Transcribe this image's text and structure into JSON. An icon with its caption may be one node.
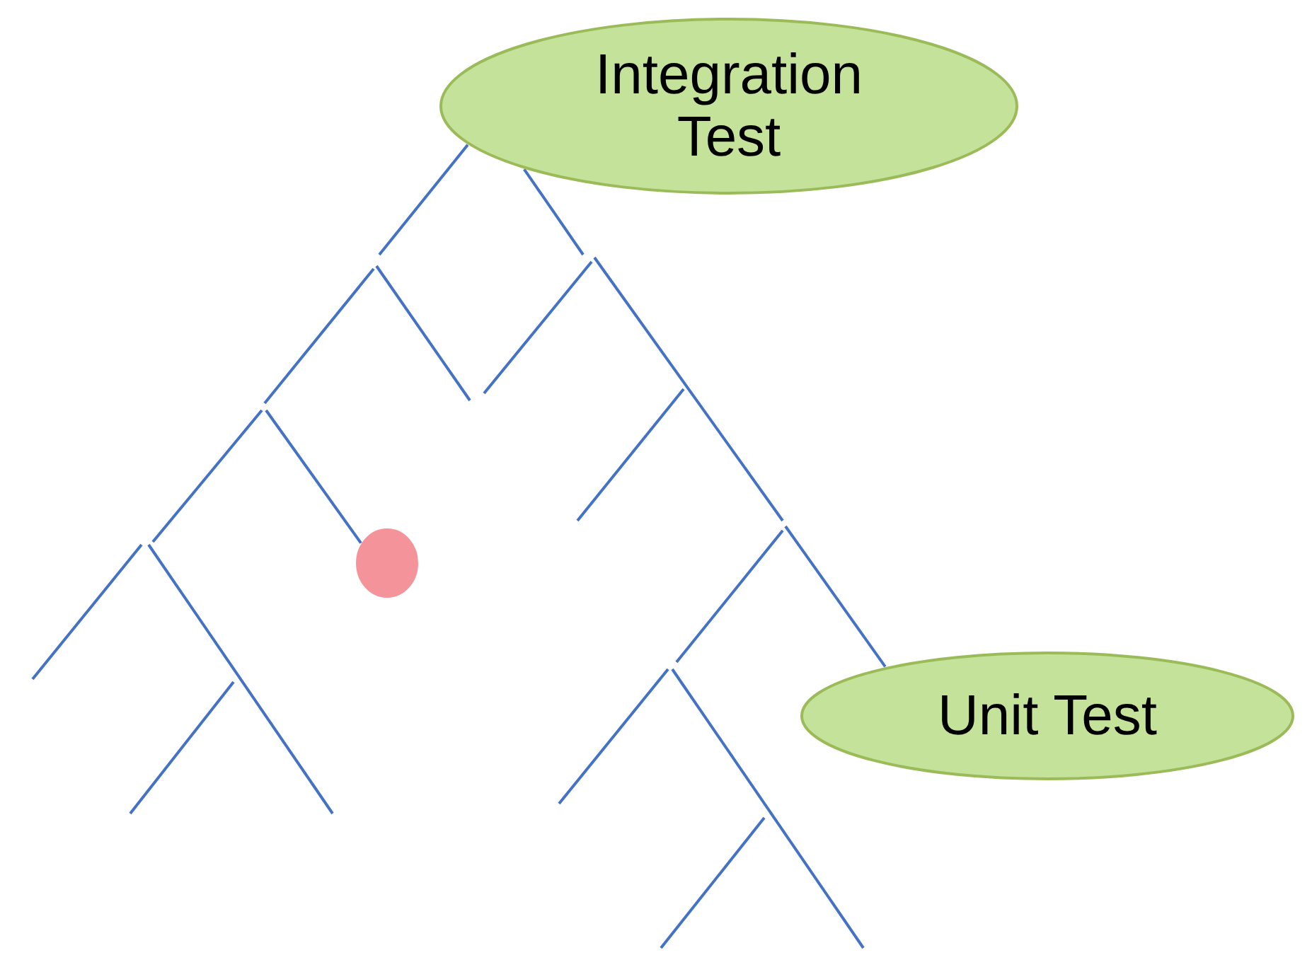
{
  "diagram": {
    "nodes": [
      {
        "text": [
          "Integration Test"
        ]
      },
      {
        "text": [
          "Unit Test"
        ]
      },
      {
        "text": [],
        "shape": "circle"
      }
    ],
    "edges": [
      {
        "from": 0,
        "to": null,
        "arrow": "none"
      },
      {
        "from": 0,
        "to": null,
        "arrow": "none"
      },
      {
        "from": null,
        "to": 1,
        "arrow": "none"
      },
      {
        "from": null,
        "to": 2,
        "arrow": "none"
      }
    ]
  }
}
